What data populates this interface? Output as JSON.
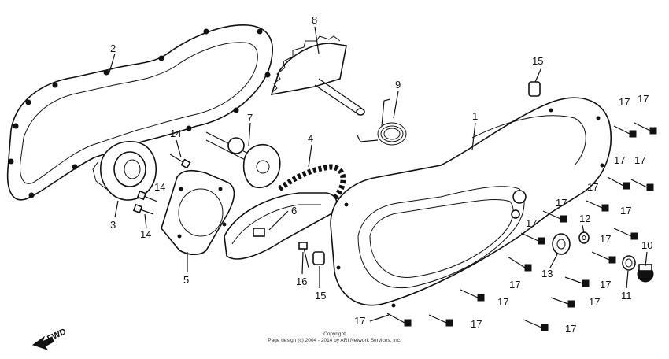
{
  "callouts": {
    "c1": "1",
    "c2": "2",
    "c3": "3",
    "c4": "4",
    "c5": "5",
    "c6": "6",
    "c7": "7",
    "c8": "8",
    "c9": "9",
    "c10": "10",
    "c11": "11",
    "c12": "12",
    "c13": "13",
    "c14": "14",
    "c15": "15",
    "c16": "16",
    "c17": "17"
  },
  "fwd_label": "FWD",
  "copyright": {
    "line1": "Copyright",
    "line2": "Page design (c) 2004 - 2014 by ARI Network Services, Inc."
  },
  "colors": {
    "ink": "#111111",
    "paper": "#ffffff"
  }
}
